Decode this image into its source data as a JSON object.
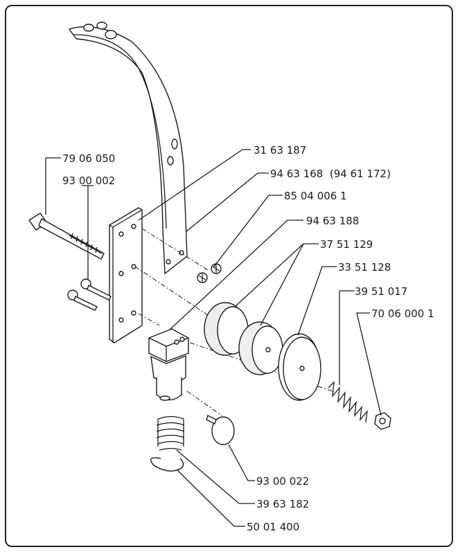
{
  "diagram": {
    "type": "exploded-parts-view",
    "part_numbers": [
      {
        "id": "p1",
        "label": "79 06 050"
      },
      {
        "id": "p2",
        "label": "93 00 002"
      },
      {
        "id": "p3",
        "label": "31 63 187"
      },
      {
        "id": "p4",
        "label": "94 63 168  (94 61 172)"
      },
      {
        "id": "p5",
        "label": "85 04 006 1"
      },
      {
        "id": "p6",
        "label": "94 63 188"
      },
      {
        "id": "p7",
        "label": "37 51 129"
      },
      {
        "id": "p8",
        "label": "33 51 128"
      },
      {
        "id": "p9",
        "label": "39 51 017"
      },
      {
        "id": "p10",
        "label": "70 06 000 1"
      },
      {
        "id": "p11",
        "label": "93 00 022"
      },
      {
        "id": "p12",
        "label": "39 63 182"
      },
      {
        "id": "p13",
        "label": "50 01 400"
      }
    ]
  }
}
